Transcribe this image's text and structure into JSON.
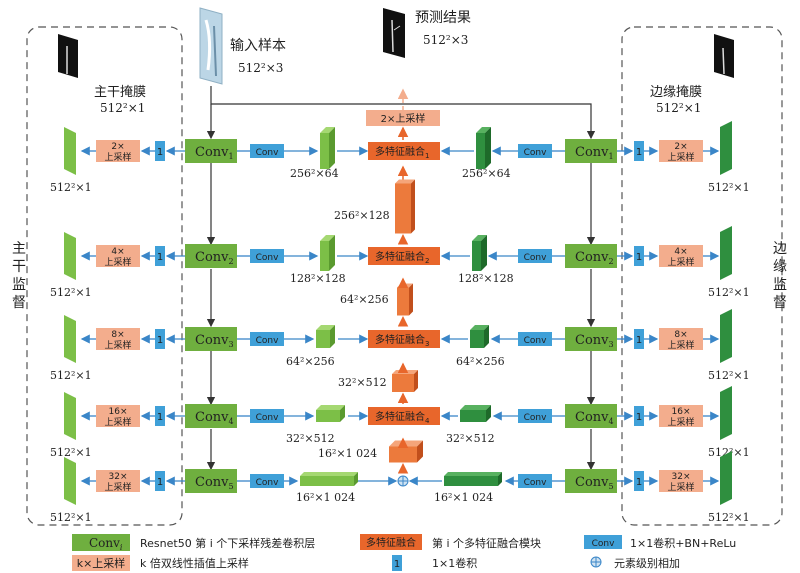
{
  "colors": {
    "conv_green": "#6faf3f",
    "conv_blue": "#3fa0d8",
    "fusion_orange": "#e8662b",
    "upsample_salmon": "#f3ad8d",
    "feature_green": "#7cbf47",
    "feature_dark_green": "#2f8f3f",
    "arrow_blue": "#3a86c8",
    "arrow_orange": "#e8662b"
  },
  "top": {
    "input_label": "输入样本",
    "input_size": "512²×3",
    "output_label": "预测结果",
    "output_size": "512²×3",
    "top_upsample": "2×上采样"
  },
  "left_panel": {
    "mask_label": "主干掩膜",
    "mask_size": "512²×1",
    "side_label": [
      "主",
      "干",
      "监",
      "督"
    ]
  },
  "right_panel": {
    "mask_label": "边缘掩膜",
    "mask_size": "512²×1",
    "side_label": [
      "边",
      "缘",
      "监",
      "督"
    ]
  },
  "conv_block": "Conv",
  "one_conv": "1",
  "rows": [
    {
      "conv_sub": "1",
      "up_factor": "2×",
      "up_text": "上采样",
      "out_size": "512²×1",
      "left_feat": "256²×64",
      "right_feat": "256²×64",
      "fusion_sub": "1"
    },
    {
      "conv_sub": "2",
      "up_factor": "4×",
      "up_text": "上采样",
      "out_size": "512²×1",
      "left_feat": "128²×128",
      "right_feat": "128²×128",
      "fusion_sub": "2"
    },
    {
      "conv_sub": "3",
      "up_factor": "8×",
      "up_text": "上采样",
      "out_size": "512²×1",
      "left_feat": "64²×256",
      "right_feat": "64²×256",
      "fusion_sub": "3"
    },
    {
      "conv_sub": "4",
      "up_factor": "16×",
      "up_text": "上采样",
      "out_size": "512²×1",
      "left_feat": "32²×512",
      "right_feat": "32²×512",
      "fusion_sub": "4"
    },
    {
      "conv_sub": "5",
      "up_factor": "32×",
      "up_text": "上采样",
      "out_size": "512²×1",
      "left_feat": "16²×1 024",
      "right_feat": "16²×1 024",
      "fusion_sub": ""
    }
  ],
  "fusion_label": "多特征融合",
  "vertical_feats": [
    "256²×128",
    "64²×256",
    "32²×512",
    "16²×1 024"
  ],
  "legend": {
    "conv_i": "Conv",
    "conv_i_sub": "i",
    "conv_i_desc": "Resnet50 第 i 个下采样残差卷积层",
    "fusion": "多特征融合",
    "fusion_desc": "第 i 个多特征融合模块",
    "conv": "Conv",
    "conv_desc": "1×1卷积+BN+ReLu",
    "up": "k×上采样",
    "up_desc": "k 倍双线性插值上采样",
    "one": "1",
    "one_desc": "1×1卷积",
    "plus_desc": "元素级别相加"
  }
}
